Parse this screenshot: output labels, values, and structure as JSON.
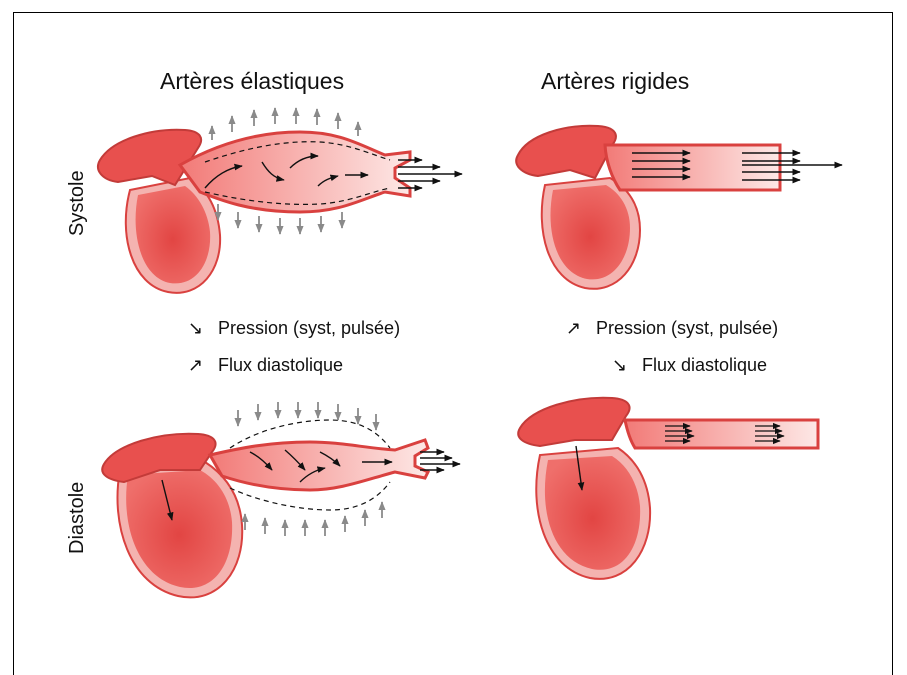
{
  "titles": {
    "elastic": "Artères élastiques",
    "rigid": "Artères rigides"
  },
  "rows": {
    "systole": "Systole",
    "diastole": "Diastole"
  },
  "legend_left": {
    "line1_arrow": "↘",
    "line1_text": "Pression (syst, pulsée)",
    "line2_arrow": "↗",
    "line2_text": "Flux diastolique"
  },
  "legend_right": {
    "line1_arrow": "↗",
    "line1_text": "Pression (syst, pulsée)",
    "line2_arrow": "↘",
    "line2_text": "Flux diastolique"
  },
  "colors": {
    "heart_outer": "#f4b3b0",
    "heart_inner": "#e8504e",
    "vessel_wall": "#d9413f",
    "vessel_lumen": "#fbd3d0",
    "pressure_arrow": "#8a8a8a",
    "flow_arrow": "#111111"
  }
}
